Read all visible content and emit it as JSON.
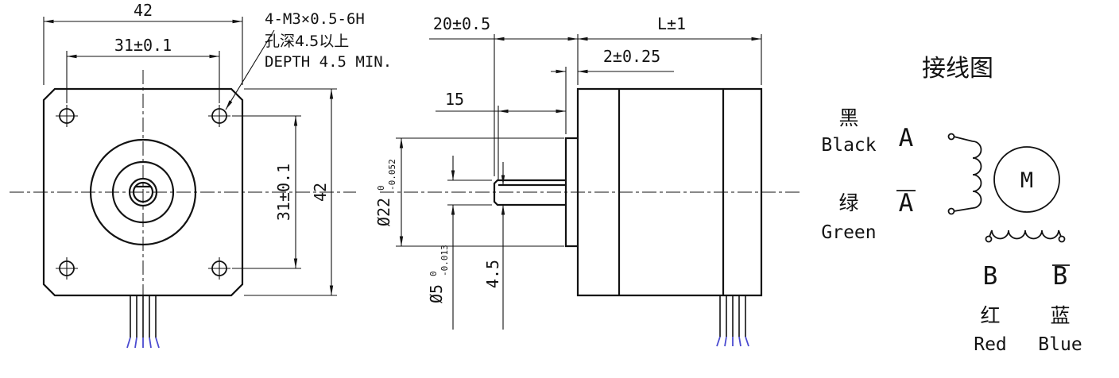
{
  "front_view": {
    "dim_overall_width": "42",
    "dim_mount_spacing_horizontal": "31±0.1",
    "dim_mount_spacing_vertical": "31±0.1",
    "dim_overall_height": "42",
    "mount_hole_note": {
      "line1": "4-M3×0.5-6H",
      "line2": "孔深4.5以上",
      "line3": "DEPTH 4.5 MIN."
    }
  },
  "side_view": {
    "dim_shaft_extension": "20±0.5",
    "dim_body_length": "L±1",
    "dim_pilot_height": "2±0.25",
    "dim_flat_length": "15",
    "pilot_diameter": {
      "value": "Ø22",
      "tol_upper": "0",
      "tol_lower": "-0.052"
    },
    "shaft_diameter": {
      "value": "Ø5",
      "tol_upper": "0",
      "tol_lower": "-0.013"
    },
    "dim_shaft_flat": "4.5"
  },
  "wiring_diagram": {
    "title": "接线图",
    "motor_label": "M",
    "phase_a_label": "A",
    "phase_a_bar_label": "A",
    "phase_b_label": "B",
    "phase_b_bar_label": "B",
    "wires": {
      "black_cn": "黑",
      "black_en": "Black",
      "green_cn": "绿",
      "green_en": "Green",
      "red_cn": "红",
      "red_en": "Red",
      "blue_cn": "蓝",
      "blue_en": "Blue"
    }
  },
  "colors": {
    "line": "#121212",
    "wire_tip_blue": "#4a4ad0"
  }
}
